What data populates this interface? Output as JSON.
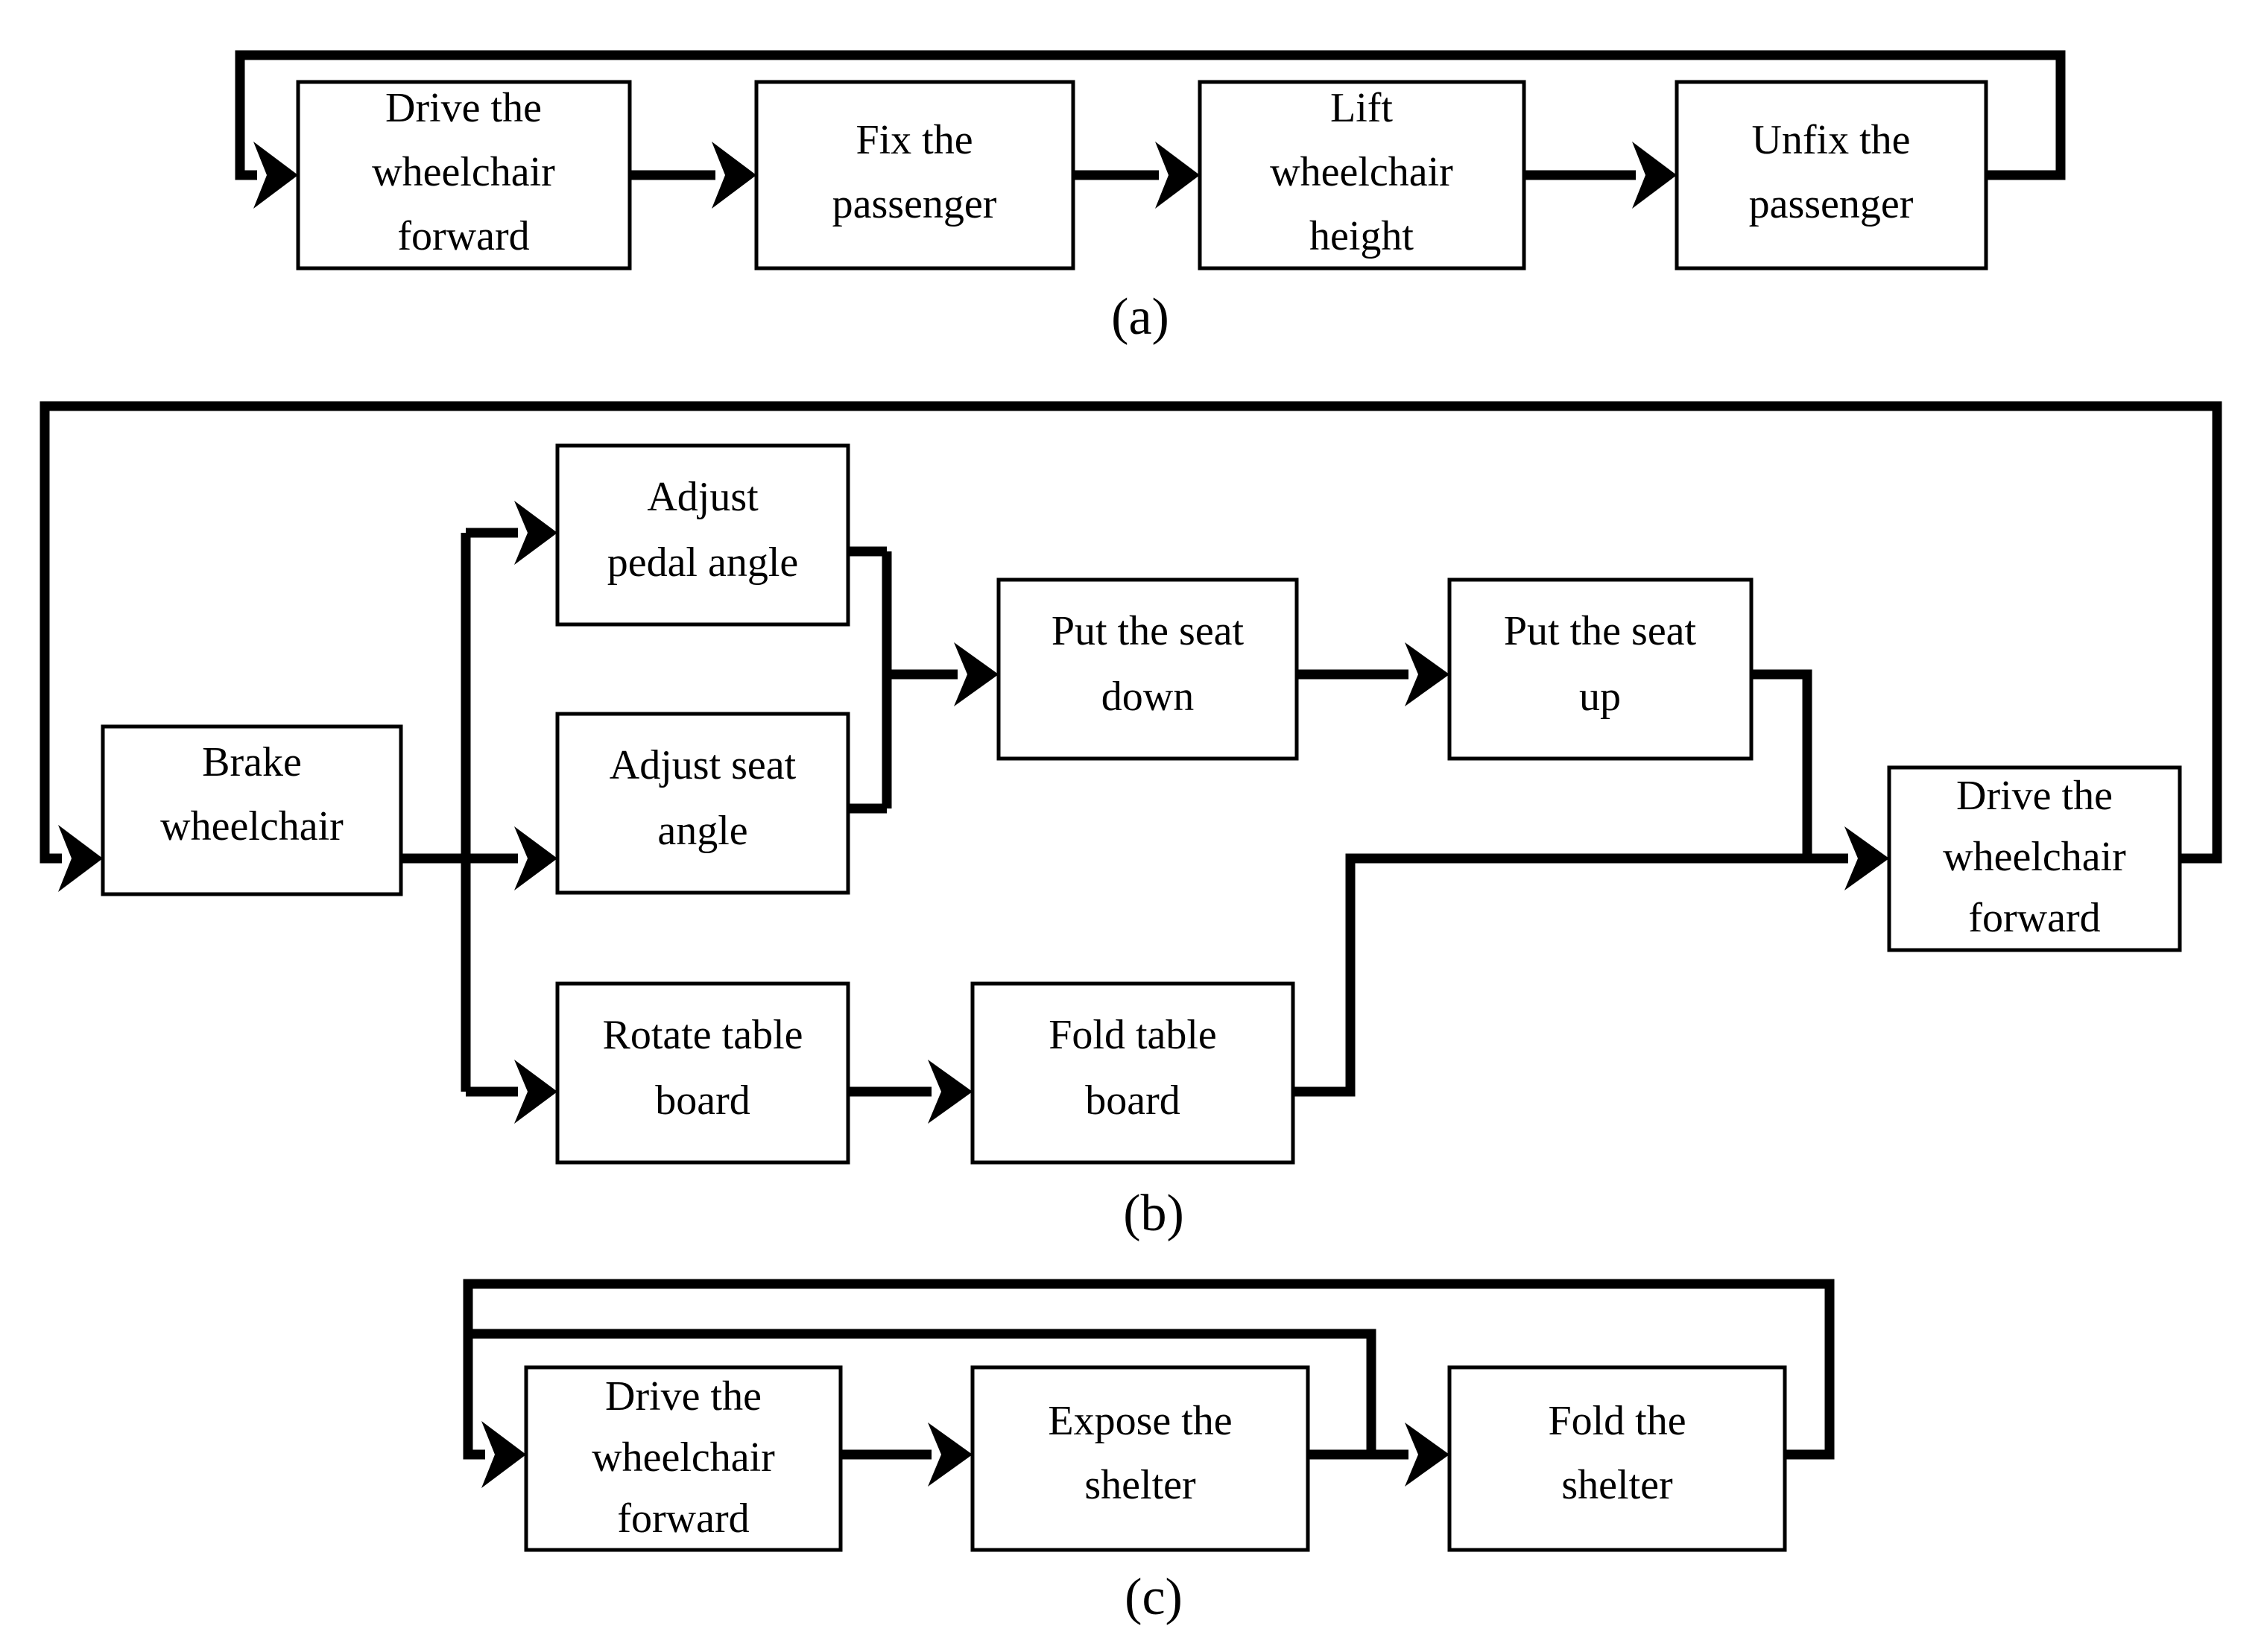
{
  "figure": {
    "background_color": "#ffffff",
    "line_color": "#000000",
    "box_fill": "#ffffff",
    "panels": [
      {
        "id": "a",
        "label_prefix": "(",
        "label_letter": "a",
        "label_suffix": ")",
        "nodes": [
          {
            "id": "a1",
            "lines": [
              "Drive the",
              "wheelchair",
              "forward"
            ]
          },
          {
            "id": "a2",
            "lines": [
              "Fix the",
              "passenger"
            ]
          },
          {
            "id": "a3",
            "lines": [
              "Lift",
              "wheelchair",
              "height"
            ]
          },
          {
            "id": "a4",
            "lines": [
              "Unfix the",
              "passenger"
            ]
          }
        ]
      },
      {
        "id": "b",
        "label_prefix": "(",
        "label_letter": "b",
        "label_suffix": ")",
        "nodes": [
          {
            "id": "b1",
            "lines": [
              "Brake",
              "wheelchair"
            ]
          },
          {
            "id": "b2",
            "lines": [
              "Adjust",
              "pedal angle"
            ]
          },
          {
            "id": "b3",
            "lines": [
              "Adjust seat",
              "angle"
            ]
          },
          {
            "id": "b4",
            "lines": [
              "Put the seat",
              "down"
            ]
          },
          {
            "id": "b5",
            "lines": [
              "Put the seat",
              "up"
            ]
          },
          {
            "id": "b6",
            "lines": [
              "Rotate table",
              "board"
            ]
          },
          {
            "id": "b7",
            "lines": [
              "Fold table",
              "board"
            ]
          },
          {
            "id": "b8",
            "lines": [
              "Drive the",
              "wheelchair",
              "forward"
            ]
          }
        ]
      },
      {
        "id": "c",
        "label_prefix": "(",
        "label_letter": "c",
        "label_suffix": ")",
        "nodes": [
          {
            "id": "c1",
            "lines": [
              "Drive the",
              "wheelchair",
              "forward"
            ]
          },
          {
            "id": "c2",
            "lines": [
              "Expose the",
              "shelter"
            ]
          },
          {
            "id": "c3",
            "lines": [
              "Fold the",
              "shelter"
            ]
          }
        ]
      }
    ]
  },
  "labels": {
    "a1_l0": "Drive the",
    "a1_l1": "wheelchair",
    "a1_l2": "forward",
    "a2_l0": "Fix the",
    "a2_l1": "passenger",
    "a3_l0": "Lift",
    "a3_l1": "wheelchair",
    "a3_l2": "height",
    "a4_l0": "Unfix the",
    "a4_l1": "passenger",
    "panel_a": "(a)",
    "b1_l0": "Brake",
    "b1_l1": "wheelchair",
    "b2_l0": "Adjust",
    "b2_l1": "pedal angle",
    "b3_l0": "Adjust seat",
    "b3_l1": "angle",
    "b4_l0": "Put the seat",
    "b4_l1": "down",
    "b5_l0": "Put the seat",
    "b5_l1": "up",
    "b6_l0": "Rotate table",
    "b6_l1": "board",
    "b7_l0": "Fold table",
    "b7_l1": "board",
    "b8_l0": "Drive the",
    "b8_l1": "wheelchair",
    "b8_l2": "forward",
    "panel_b": "(b)",
    "c1_l0": "Drive the",
    "c1_l1": "wheelchair",
    "c1_l2": "forward",
    "c2_l0": "Expose the",
    "c2_l1": "shelter",
    "c3_l0": "Fold the",
    "c3_l1": "shelter",
    "panel_c": "(c)"
  }
}
